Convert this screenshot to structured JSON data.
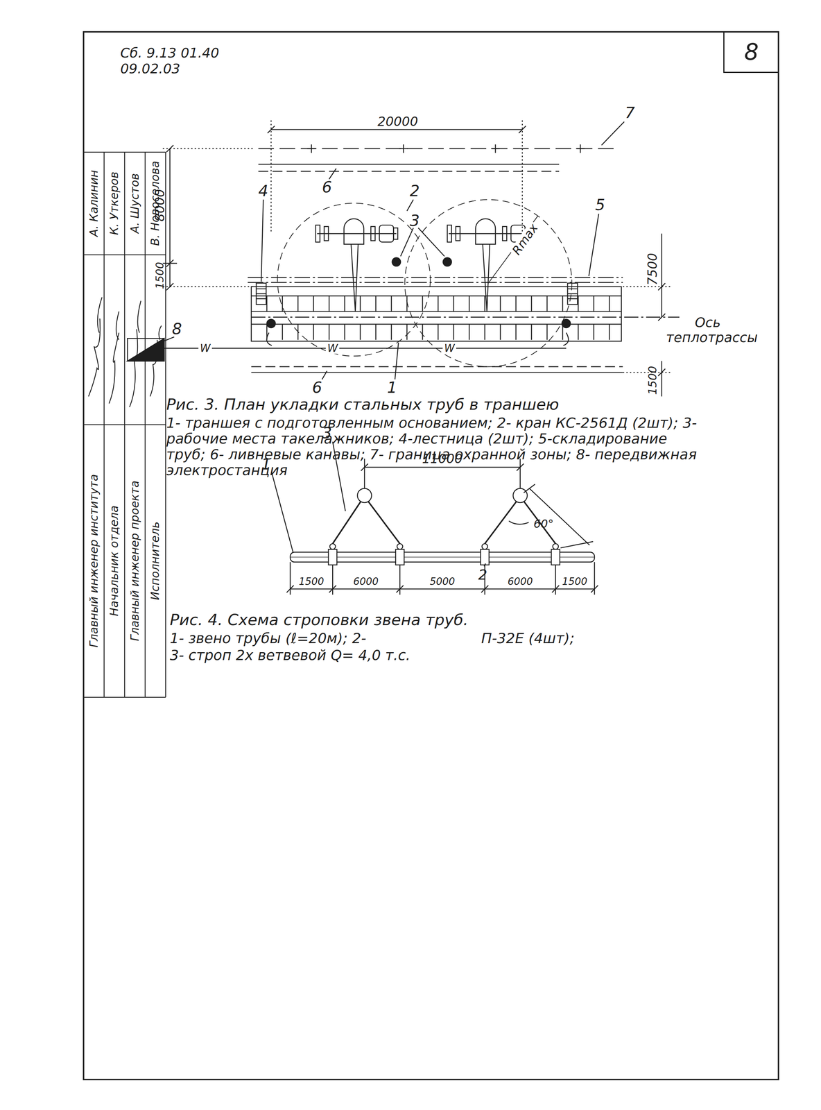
{
  "diagram": {
    "nodes": [
      {
        "text": [
          "8"
        ]
      }
    ],
    "labels": [
      "Сб. 9.13 01.40",
      "09.02.03",
      "20000",
      "7",
      "8000",
      "1500",
      "6",
      "2",
      "3",
      "Rmax",
      "5",
      "4",
      "7500",
      "Ось теплотрассы",
      "8",
      "W",
      "W",
      "W",
      "6",
      "1",
      "1500",
      "Рис. 3. План укладки стальных труб в траншею",
      "1- траншея с подготовленным основанием; 2- кран КС-2561Д (2шт); 3-рабочие места такелажников; 4-лестница (2шт); 5-складирование труб; 6- ливневые канавы; 7- граница охранной зоны; 8- передвижная электростанция",
      "11000",
      "3",
      "1",
      "60°",
      "2",
      "1500",
      "6000",
      "5000",
      "6000",
      "1500",
      "Рис. 4. Схема строповки звена труб.",
      "1- звено трубы (ℓ=20м); 2-",
      "П-32Е (4шт);",
      "3- строп 2х ветвевой Q= 4,0 т.с.",
      "Главный инженер института",
      "Начальник отдела",
      "Главный инженер проекта",
      "Исполнитель",
      "А. Калинин",
      "К. Уткеров",
      "А. Шустов",
      "В. Новоселова"
    ]
  }
}
